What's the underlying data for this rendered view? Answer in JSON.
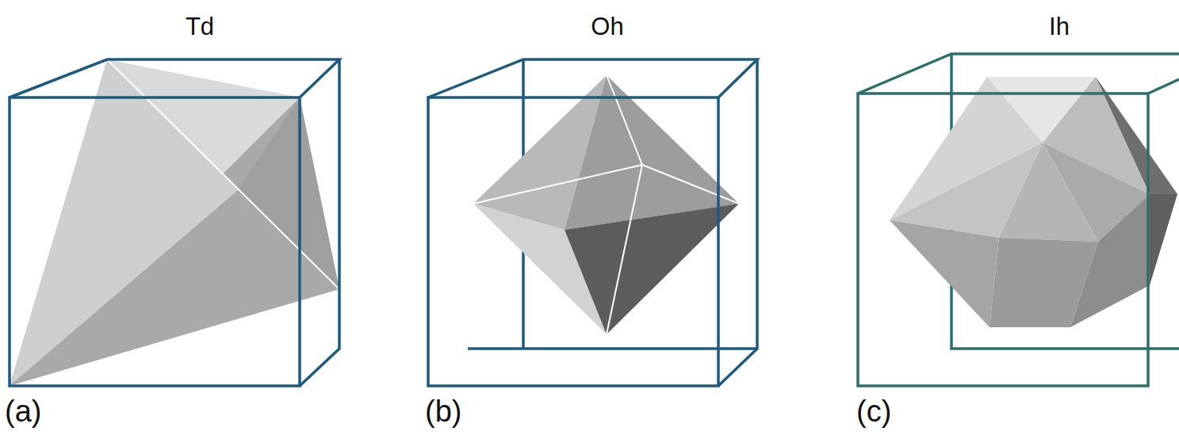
{
  "diagram": {
    "labels": [
      "Td",
      "Oh",
      "Ih",
      "(a)",
      "(b)",
      "(c)"
    ]
  }
}
